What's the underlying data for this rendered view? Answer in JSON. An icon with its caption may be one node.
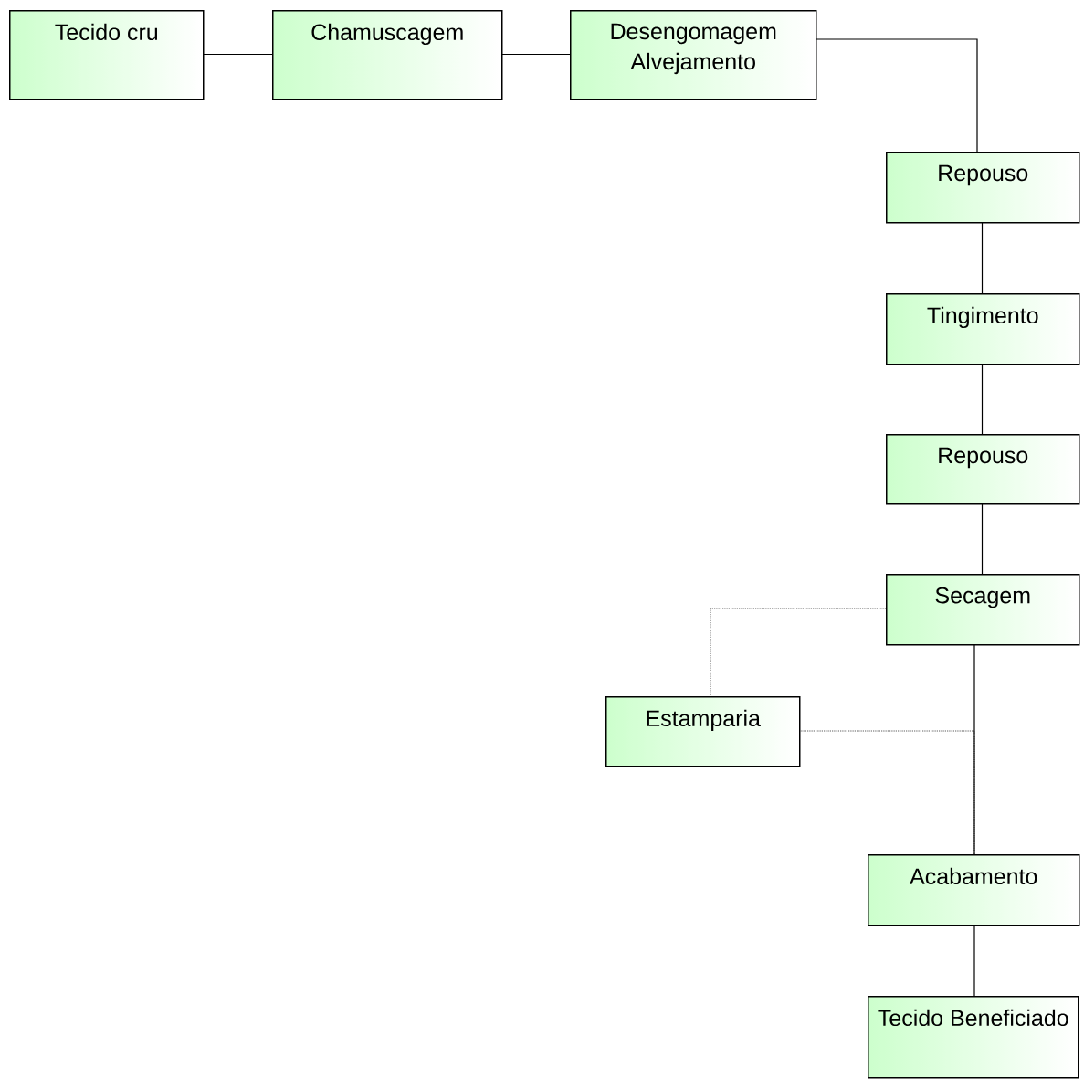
{
  "diagram": {
    "nodes": [
      {
        "text": [
          "Tecido cru"
        ]
      },
      {
        "text": [
          "Chamuscagem"
        ]
      },
      {
        "text": [
          "Desengomagem Alvejamento"
        ]
      },
      {
        "text": [
          "Repouso"
        ]
      },
      {
        "text": [
          "Tingimento"
        ]
      },
      {
        "text": [
          "Repouso"
        ]
      },
      {
        "text": [
          "Secagem"
        ]
      },
      {
        "text": [
          "Estamparia"
        ]
      },
      {
        "text": [
          "Acabamento"
        ]
      },
      {
        "text": [
          "Tecido Beneficiado"
        ]
      }
    ],
    "edges": [
      {
        "from": 0,
        "to": 1,
        "arrow": "none"
      },
      {
        "from": 1,
        "to": 2,
        "arrow": "none"
      },
      {
        "from": 2,
        "to": 3,
        "arrow": "none"
      },
      {
        "from": 3,
        "to": 4,
        "arrow": "none"
      },
      {
        "from": 4,
        "to": 5,
        "arrow": "none"
      },
      {
        "from": 5,
        "to": 6,
        "arrow": "none"
      },
      {
        "from": 6,
        "to": 7,
        "arrow": "none",
        "style": "dashed"
      },
      {
        "from": 6,
        "to": 8,
        "arrow": "none"
      },
      {
        "from": 7,
        "to": 8,
        "arrow": "none",
        "style": "dashed"
      },
      {
        "from": 8,
        "to": 9,
        "arrow": "none"
      }
    ]
  }
}
